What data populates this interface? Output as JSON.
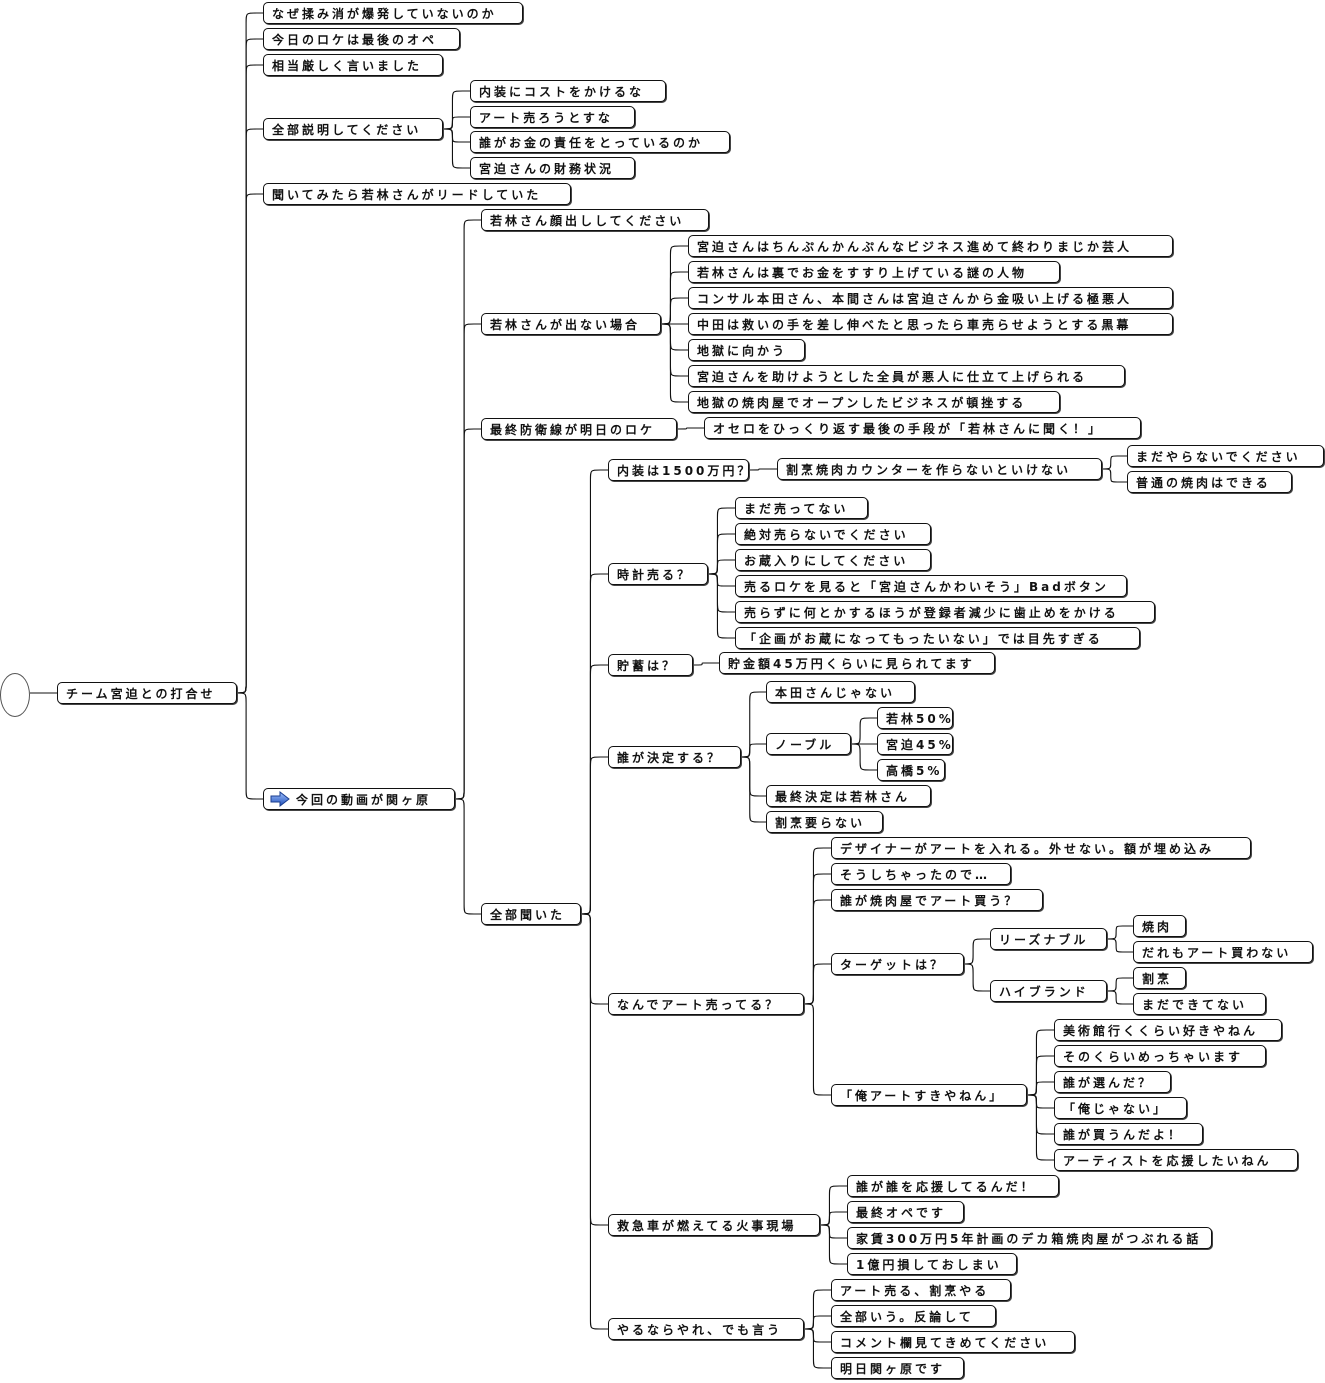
{
  "nodes": [
    {
      "id": "n0",
      "label": "チーム宮迫との打合せ"
    },
    {
      "id": "n1",
      "label": "なぜ揉み消が爆発していないのか"
    },
    {
      "id": "n2",
      "label": "今日のロケは最後のオペ"
    },
    {
      "id": "n3",
      "label": "相当厳しく言いました"
    },
    {
      "id": "n4",
      "label": "全部説明してください"
    },
    {
      "id": "n5",
      "label": "内装にコストをかけるな"
    },
    {
      "id": "n6",
      "label": "アート売ろうとすな"
    },
    {
      "id": "n7",
      "label": "誰がお金の責任をとっているのか"
    },
    {
      "id": "n8",
      "label": "宮迫さんの財務状況"
    },
    {
      "id": "n9",
      "label": "聞いてみたら若林さんがリードしていた"
    },
    {
      "id": "n10",
      "label": "今回の動画が関ヶ原",
      "icon": "right-arrow-icon"
    },
    {
      "id": "n11",
      "label": "若林さん顔出ししてください"
    },
    {
      "id": "n12",
      "label": "若林さんが出ない場合"
    },
    {
      "id": "n13",
      "label": "宮迫さんはちんぷんかんぷんなビジネス進めて終わりまじか芸人"
    },
    {
      "id": "n14",
      "label": "若林さんは裏でお金をすすり上げている謎の人物"
    },
    {
      "id": "n15",
      "label": "コンサル本田さん、本間さんは宮迫さんから金吸い上げる極悪人"
    },
    {
      "id": "n16",
      "label": "中田は救いの手を差し伸べたと思ったら車売らせようとする黒幕"
    },
    {
      "id": "n17",
      "label": "地獄に向かう"
    },
    {
      "id": "n18",
      "label": "宮迫さんを助けようとした全員が悪人に仕立て上げられる"
    },
    {
      "id": "n19",
      "label": "地獄の焼肉屋でオープンしたビジネスが頓挫する"
    },
    {
      "id": "n20",
      "label": "最終防衛線が明日のロケ"
    },
    {
      "id": "n21",
      "label": "オセロをひっくり返す最後の手段が「若林さんに聞く！」"
    },
    {
      "id": "n22",
      "label": "全部聞いた"
    },
    {
      "id": "n23",
      "label": "内装は1500万円？"
    },
    {
      "id": "n24",
      "label": "割烹焼肉カウンターを作らないといけない"
    },
    {
      "id": "n25",
      "label": "まだやらないでください"
    },
    {
      "id": "n26",
      "label": "普通の焼肉はできる"
    },
    {
      "id": "n27",
      "label": "時計売る？"
    },
    {
      "id": "n28",
      "label": "まだ売ってない"
    },
    {
      "id": "n29",
      "label": "絶対売らないでください"
    },
    {
      "id": "n30",
      "label": "お蔵入りにしてください"
    },
    {
      "id": "n31",
      "label": "売るロケを見ると「宮迫さんかわいそう」Badボタン"
    },
    {
      "id": "n32",
      "label": "売らずに何とかするほうが登録者減少に歯止めをかける"
    },
    {
      "id": "n33",
      "label": "「企画がお蔵になってもったいない」では目先すぎる"
    },
    {
      "id": "n34",
      "label": "貯蓄は？"
    },
    {
      "id": "n35",
      "label": "貯金額45万円くらいに見られてます"
    },
    {
      "id": "n36",
      "label": "誰が決定する？"
    },
    {
      "id": "n37",
      "label": "本田さんじゃない"
    },
    {
      "id": "n38",
      "label": "ノーブル"
    },
    {
      "id": "n39",
      "label": "若林50%"
    },
    {
      "id": "n40",
      "label": "宮迫45%"
    },
    {
      "id": "n41",
      "label": "高橋5%"
    },
    {
      "id": "n42",
      "label": "最終決定は若林さん"
    },
    {
      "id": "n43",
      "label": "割烹要らない"
    },
    {
      "id": "n44",
      "label": "なんでアート売ってる？"
    },
    {
      "id": "n45",
      "label": "デザイナーがアートを入れる。外せない。額が埋め込み"
    },
    {
      "id": "n46",
      "label": "そうしちゃったので…"
    },
    {
      "id": "n47",
      "label": "誰が焼肉屋でアート買う？"
    },
    {
      "id": "n48",
      "label": "ターゲットは？"
    },
    {
      "id": "n49",
      "label": "リーズナブル"
    },
    {
      "id": "n50",
      "label": "焼肉"
    },
    {
      "id": "n51",
      "label": "だれもアート買わない"
    },
    {
      "id": "n52",
      "label": "ハイブランド"
    },
    {
      "id": "n53",
      "label": "割烹"
    },
    {
      "id": "n54",
      "label": "まだできてない"
    },
    {
      "id": "n55",
      "label": "「俺アートすきやねん」"
    },
    {
      "id": "n56",
      "label": "美術館行くくらい好きやねん"
    },
    {
      "id": "n57",
      "label": "そのくらいめっちゃいます"
    },
    {
      "id": "n58",
      "label": "誰が選んだ？"
    },
    {
      "id": "n59",
      "label": "「俺じゃない」"
    },
    {
      "id": "n60",
      "label": "誰が買うんだよ！"
    },
    {
      "id": "n61",
      "label": "アーティストを応援したいねん"
    },
    {
      "id": "n62",
      "label": "救急車が燃えてる火事現場"
    },
    {
      "id": "n63",
      "label": "誰が誰を応援してるんだ！"
    },
    {
      "id": "n64",
      "label": "最終オペです"
    },
    {
      "id": "n65",
      "label": "家賃300万円5年計画のデカ箱焼肉屋がつぶれる話"
    },
    {
      "id": "n66",
      "label": "1億円損しておしまい"
    },
    {
      "id": "n67",
      "label": "やるならやれ、でも言う"
    },
    {
      "id": "n68",
      "label": "アート売る、割烹やる"
    },
    {
      "id": "n69",
      "label": "全部いう。反論して"
    },
    {
      "id": "n70",
      "label": "コメント欄見てきめてください"
    },
    {
      "id": "n71",
      "label": "明日関ヶ原です"
    }
  ],
  "edges": [
    [
      "n0",
      "n1"
    ],
    [
      "n0",
      "n2"
    ],
    [
      "n0",
      "n3"
    ],
    [
      "n0",
      "n4"
    ],
    [
      "n0",
      "n9"
    ],
    [
      "n0",
      "n10"
    ],
    [
      "n4",
      "n5"
    ],
    [
      "n4",
      "n6"
    ],
    [
      "n4",
      "n7"
    ],
    [
      "n4",
      "n8"
    ],
    [
      "n10",
      "n11"
    ],
    [
      "n10",
      "n12"
    ],
    [
      "n10",
      "n20"
    ],
    [
      "n10",
      "n22"
    ],
    [
      "n12",
      "n13"
    ],
    [
      "n12",
      "n14"
    ],
    [
      "n12",
      "n15"
    ],
    [
      "n12",
      "n16"
    ],
    [
      "n12",
      "n17"
    ],
    [
      "n12",
      "n18"
    ],
    [
      "n12",
      "n19"
    ],
    [
      "n20",
      "n21"
    ],
    [
      "n22",
      "n23"
    ],
    [
      "n22",
      "n27"
    ],
    [
      "n22",
      "n34"
    ],
    [
      "n22",
      "n36"
    ],
    [
      "n22",
      "n44"
    ],
    [
      "n22",
      "n62"
    ],
    [
      "n22",
      "n67"
    ],
    [
      "n23",
      "n24"
    ],
    [
      "n24",
      "n25"
    ],
    [
      "n24",
      "n26"
    ],
    [
      "n27",
      "n28"
    ],
    [
      "n27",
      "n29"
    ],
    [
      "n27",
      "n30"
    ],
    [
      "n27",
      "n31"
    ],
    [
      "n27",
      "n32"
    ],
    [
      "n27",
      "n33"
    ],
    [
      "n34",
      "n35"
    ],
    [
      "n36",
      "n37"
    ],
    [
      "n36",
      "n38"
    ],
    [
      "n36",
      "n42"
    ],
    [
      "n36",
      "n43"
    ],
    [
      "n38",
      "n39"
    ],
    [
      "n38",
      "n40"
    ],
    [
      "n38",
      "n41"
    ],
    [
      "n44",
      "n45"
    ],
    [
      "n44",
      "n46"
    ],
    [
      "n44",
      "n47"
    ],
    [
      "n44",
      "n48"
    ],
    [
      "n44",
      "n55"
    ],
    [
      "n48",
      "n49"
    ],
    [
      "n48",
      "n52"
    ],
    [
      "n49",
      "n50"
    ],
    [
      "n49",
      "n51"
    ],
    [
      "n52",
      "n53"
    ],
    [
      "n52",
      "n54"
    ],
    [
      "n55",
      "n56"
    ],
    [
      "n55",
      "n57"
    ],
    [
      "n55",
      "n58"
    ],
    [
      "n55",
      "n59"
    ],
    [
      "n55",
      "n60"
    ],
    [
      "n55",
      "n61"
    ],
    [
      "n62",
      "n63"
    ],
    [
      "n62",
      "n64"
    ],
    [
      "n62",
      "n65"
    ],
    [
      "n62",
      "n66"
    ],
    [
      "n67",
      "n68"
    ],
    [
      "n67",
      "n69"
    ],
    [
      "n67",
      "n70"
    ],
    [
      "n67",
      "n71"
    ]
  ]
}
